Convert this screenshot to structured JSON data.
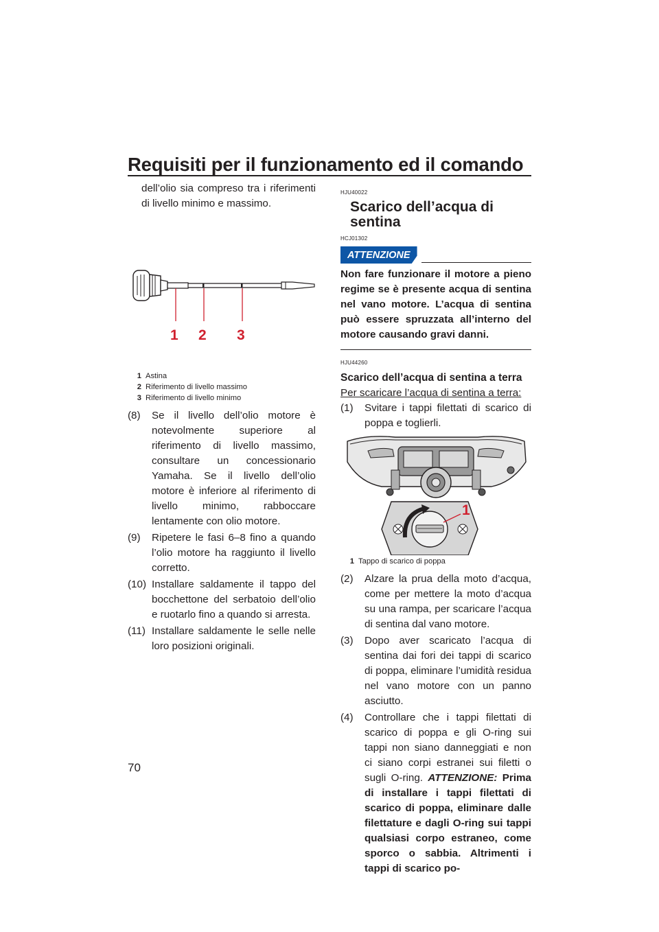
{
  "header": {
    "title": "Requisiti per il funzionamento ed il comando"
  },
  "page_number": "70",
  "left": {
    "intro": "dell’olio sia compreso tra i riferimenti di livello minimo e massimo.",
    "figure_callouts": [
      "1",
      "2",
      "3"
    ],
    "captions": [
      {
        "num": "1",
        "text": "Astina"
      },
      {
        "num": "2",
        "text": "Riferimento di livello massimo"
      },
      {
        "num": "3",
        "text": "Riferimento di livello minimo"
      }
    ],
    "steps": [
      {
        "num": "(8)",
        "text": "Se il livello dell’olio motore è notevolmente superiore al riferimento di livello massimo, consultare un concessionario Yamaha. Se il livello dell’olio motore è inferiore al riferimento di livello minimo, rabboccare lentamente con olio motore."
      },
      {
        "num": "(9)",
        "text": "Ripetere le fasi 6–8 fino a quando l’olio motore ha raggiunto il livello corretto."
      },
      {
        "num": "(10)",
        "text": "Installare saldamente il tappo del bocchettone del serbatoio dell’olio e ruotarlo fino a quando si arresta."
      },
      {
        "num": "(11)",
        "text": "Installare saldamente le selle nelle loro posizioni originali."
      }
    ]
  },
  "right": {
    "section_code": "HJU40022",
    "section_title": "Scarico dell’acqua di sentina",
    "attention_code": "HCJ01302",
    "attention_label": "ATTENZIONE",
    "attention_text": "Non fare funzionare il motore a pieno regime se è presente acqua di sentina nel vano motore. L’acqua di sentina può essere spruzzata all’interno del motore causando gravi danni.",
    "subsection_code": "HJU44260",
    "subsection_title": "Scarico dell’acqua di sentina a terra",
    "procedure_title": "Per scaricare l’acqua di sentina a terra:",
    "step1": {
      "num": "(1)",
      "text": "Svitare i tappi filettati di scarico di poppa e toglierli."
    },
    "figure_callout": "1",
    "caption": {
      "num": "1",
      "text": "Tappo di scarico di poppa"
    },
    "step2": {
      "num": "(2)",
      "text": "Alzare la prua della moto d’acqua, come per mettere la moto d’acqua su una rampa, per scaricare l’acqua di sentina dal vano motore."
    },
    "step3": {
      "num": "(3)",
      "text": "Dopo aver scaricato l’acqua di sentina dai fori dei tappi di scarico di poppa, eliminare l’umidità residua nel vano motore con un panno asciutto."
    },
    "step4": {
      "num": "(4)",
      "text": "Controllare che i tappi filettati di scarico di poppa e gli O-ring sui tappi non siano danneggiati e non ci siano corpi estranei sui filetti o sugli O-ring.",
      "warn_label": "ATTENZIONE:",
      "warn_text": "Prima di installare i tappi filettati di scarico di poppa, eliminare dalle filettature e dagli O-ring sui tappi qualsiasi corpo estraneo, come sporco o sabbia. Altrimenti i tappi di scarico po-"
    }
  },
  "colors": {
    "accent_red": "#d0202e",
    "attention_blue": "#0d56a6",
    "text": "#231f20"
  }
}
